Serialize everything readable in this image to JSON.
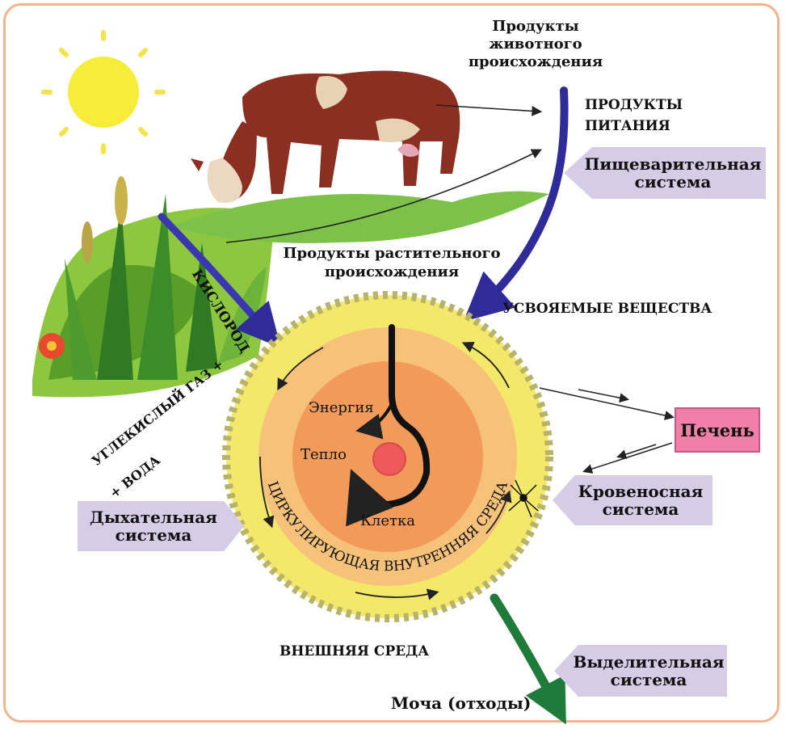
{
  "labels": {
    "animal_products": "Продукты животного происхождения",
    "animal_products_lines": [
      "Продукты",
      "животного",
      "происхождения"
    ],
    "food_products_lines": [
      "ПРОДУКТЫ",
      "ПИТАНИЯ"
    ],
    "plant_products_lines": [
      "Продукты растительного",
      "происхождения"
    ],
    "oxygen": "КИСЛОРОД",
    "absorbed_substances": "УСВОЯЕМЫЕ ВЕЩЕСТВА",
    "carbon_dioxide": "УГЛЕКИСЛЫЙ ГАЗ +",
    "water": "+ ВОДА",
    "energy": "Энергия",
    "heat": "Тепло",
    "cell": "Клетка",
    "circulating_medium": "ЦИРКУЛИРУЮЩАЯ ВНУТРЕННЯЯ СРЕДА",
    "external_environment": "ВНЕШНЯЯ СРЕДА",
    "urine": "Моча (отходы)"
  },
  "systems": {
    "digestive_lines": [
      "Пищеварительная",
      "система"
    ],
    "respiratory_lines": [
      "Дыхательная",
      "система"
    ],
    "circulatory_lines": [
      "Кровеносная",
      "система"
    ],
    "excretory_lines": [
      "Выделительная",
      "система"
    ],
    "liver": "Печень"
  },
  "colors": {
    "frame": "#f2b48e",
    "system_box": "#d7cce6",
    "liver_box": "#f080a8",
    "gear_outer": "#f4e86a",
    "ring": "#f6c27a",
    "core": "#f29a5a",
    "nucleus": "#ee5a5a",
    "arrow_blue": "#2f2c9a",
    "arrow_green": "#1e7b3a"
  },
  "icons": [
    "sun-icon",
    "cow-icon",
    "plants-icon",
    "flower-icon",
    "spider-icon"
  ]
}
